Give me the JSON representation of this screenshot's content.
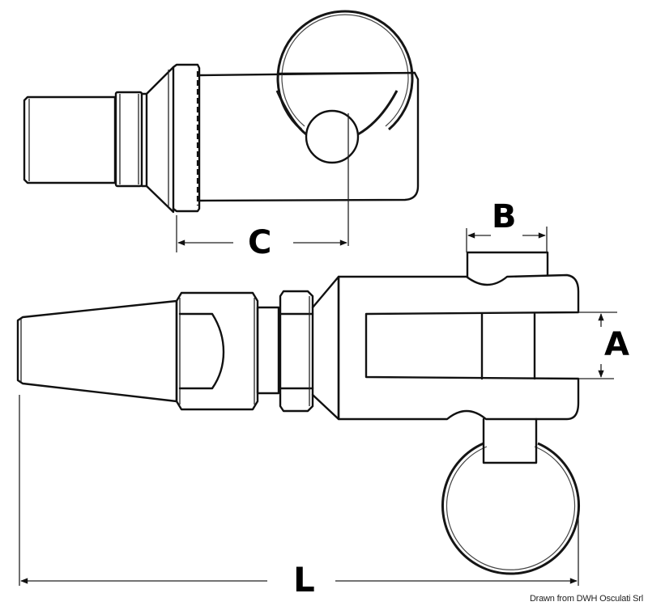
{
  "diagram": {
    "subject": "Stainless steel fork terminal with ring pin (turnbuckle jaw)",
    "views": [
      "top view",
      "side view"
    ],
    "dimensions": {
      "A": "A",
      "B": "B",
      "C": "C",
      "L": "L"
    },
    "credit": "Drawn from DWH Osculati Srl",
    "colors": {
      "line": "#111111",
      "background": "#ffffff",
      "label": "#000000"
    }
  }
}
